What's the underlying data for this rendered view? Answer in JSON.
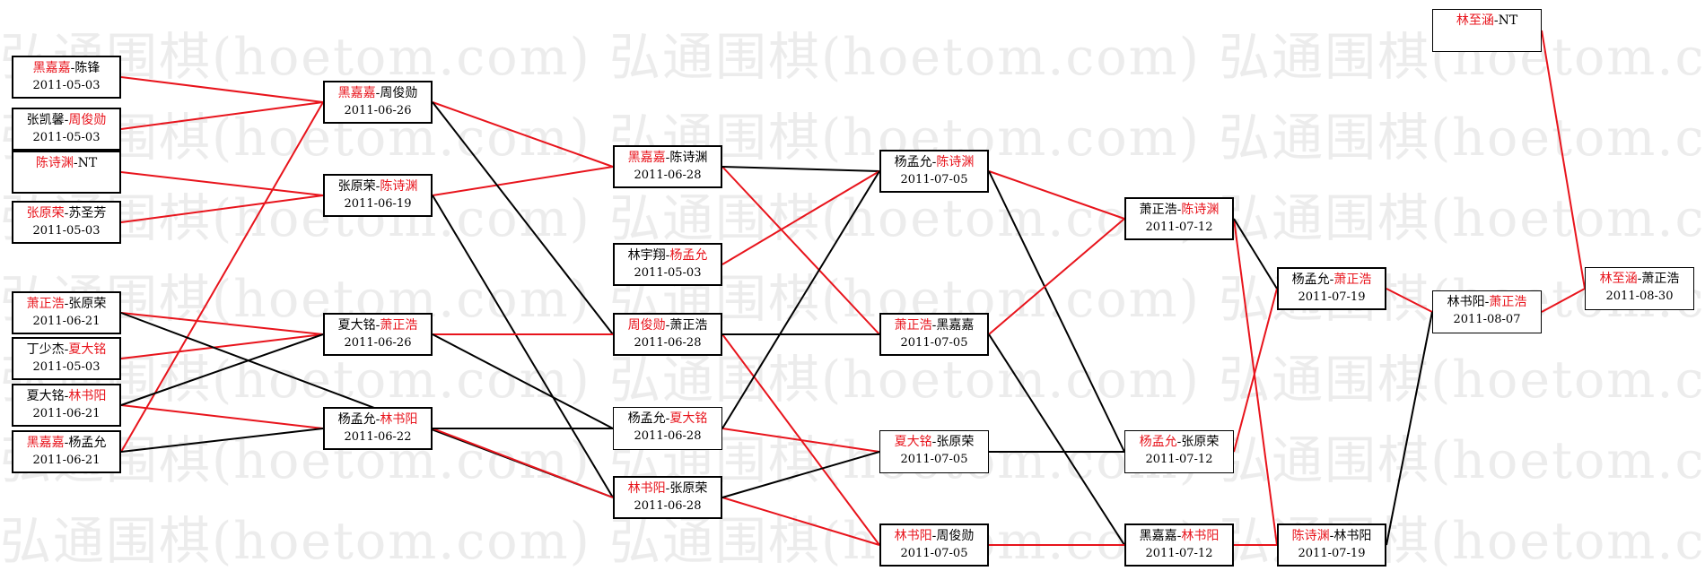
{
  "watermark": {
    "text": "弘通围棋(hoetom.com) 弘通围棋(hoetom.com) 弘通围棋(hoetom.com) 弘通围棋(hoetom.com)",
    "color": "#ececec"
  },
  "colors": {
    "winner": "#e8141c",
    "winner_link": "#e8141c",
    "loser_link": "#000000"
  },
  "games": [
    {
      "id": "g1",
      "p1": "黑嘉嘉",
      "p2": "陈锋",
      "winner": 1,
      "date": "2011-05-03"
    },
    {
      "id": "g2",
      "p1": "张凯馨",
      "p2": "周俊勋",
      "winner": 2,
      "date": "2011-05-03"
    },
    {
      "id": "g3",
      "p1": "陈诗渊",
      "p2": "NT",
      "winner": 1,
      "date": ""
    },
    {
      "id": "g4",
      "p1": "张原荣",
      "p2": "苏圣芳",
      "winner": 1,
      "date": "2011-05-03"
    },
    {
      "id": "g5",
      "p1": "萧正浩",
      "p2": "张原荣",
      "winner": 1,
      "date": "2011-06-21"
    },
    {
      "id": "g6",
      "p1": "丁少杰",
      "p2": "夏大铭",
      "winner": 2,
      "date": "2011-05-03"
    },
    {
      "id": "g7",
      "p1": "夏大铭",
      "p2": "林书阳",
      "winner": 2,
      "date": "2011-06-21"
    },
    {
      "id": "g8",
      "p1": "黑嘉嘉",
      "p2": "杨孟允",
      "winner": 1,
      "date": "2011-06-21"
    },
    {
      "id": "g9",
      "p1": "黑嘉嘉",
      "p2": "周俊勋",
      "winner": 1,
      "date": "2011-06-26"
    },
    {
      "id": "g10",
      "p1": "张原荣",
      "p2": "陈诗渊",
      "winner": 2,
      "date": "2011-06-19"
    },
    {
      "id": "g11",
      "p1": "夏大铭",
      "p2": "萧正浩",
      "winner": 2,
      "date": "2011-06-26"
    },
    {
      "id": "g12",
      "p1": "杨孟允",
      "p2": "林书阳",
      "winner": 2,
      "date": "2011-06-22"
    },
    {
      "id": "g13",
      "p1": "黑嘉嘉",
      "p2": "陈诗渊",
      "winner": 1,
      "date": "2011-06-28"
    },
    {
      "id": "g14",
      "p1": "林宇翔",
      "p2": "杨孟允",
      "winner": 2,
      "date": "2011-05-03"
    },
    {
      "id": "g15",
      "p1": "周俊勋",
      "p2": "萧正浩",
      "winner": 1,
      "date": "2011-06-28"
    },
    {
      "id": "g16",
      "p1": "杨孟允",
      "p2": "夏大铭",
      "winner": 2,
      "date": "2011-06-28"
    },
    {
      "id": "g17",
      "p1": "林书阳",
      "p2": "张原荣",
      "winner": 1,
      "date": "2011-06-28"
    },
    {
      "id": "g18",
      "p1": "杨孟允",
      "p2": "陈诗渊",
      "winner": 2,
      "date": "2011-07-05"
    },
    {
      "id": "g19",
      "p1": "萧正浩",
      "p2": "黑嘉嘉",
      "winner": 1,
      "date": "2011-07-05"
    },
    {
      "id": "g20",
      "p1": "夏大铭",
      "p2": "张原荣",
      "winner": 1,
      "date": "2011-07-05"
    },
    {
      "id": "g21",
      "p1": "林书阳",
      "p2": "周俊勋",
      "winner": 1,
      "date": "2011-07-05"
    },
    {
      "id": "g22",
      "p1": "萧正浩",
      "p2": "陈诗渊",
      "winner": 2,
      "date": "2011-07-12"
    },
    {
      "id": "g23",
      "p1": "杨孟允",
      "p2": "张原荣",
      "winner": 1,
      "date": "2011-07-12"
    },
    {
      "id": "g24",
      "p1": "黑嘉嘉",
      "p2": "林书阳",
      "winner": 2,
      "date": "2011-07-12"
    },
    {
      "id": "g25",
      "p1": "杨孟允",
      "p2": "萧正浩",
      "winner": 2,
      "date": "2011-07-19"
    },
    {
      "id": "g26",
      "p1": "陈诗渊",
      "p2": "林书阳",
      "winner": 1,
      "date": "2011-07-19"
    },
    {
      "id": "g27",
      "p1": "林书阳",
      "p2": "萧正浩",
      "winner": 2,
      "date": "2011-08-07"
    },
    {
      "id": "g28",
      "p1": "林至涵",
      "p2": "NT",
      "winner": 1,
      "date": ""
    },
    {
      "id": "g29",
      "p1": "林至涵",
      "p2": "萧正浩",
      "winner": 1,
      "date": "2011-08-30"
    }
  ],
  "links": [
    {
      "from": "g1",
      "to": "g9",
      "result": "win"
    },
    {
      "from": "g2",
      "to": "g9",
      "result": "win"
    },
    {
      "from": "g3",
      "to": "g10",
      "result": "win"
    },
    {
      "from": "g4",
      "to": "g10",
      "result": "win"
    },
    {
      "from": "g5",
      "to": "g11",
      "result": "win"
    },
    {
      "from": "g6",
      "to": "g11",
      "result": "win"
    },
    {
      "from": "g7",
      "to": "g12",
      "result": "win"
    },
    {
      "from": "g8",
      "to": "g9",
      "result": "win"
    },
    {
      "from": "g5",
      "to": "g17",
      "result": "loss"
    },
    {
      "from": "g7",
      "to": "g11",
      "result": "loss"
    },
    {
      "from": "g8",
      "to": "g12",
      "result": "loss"
    },
    {
      "from": "g9",
      "to": "g13",
      "result": "win"
    },
    {
      "from": "g10",
      "to": "g13",
      "result": "win"
    },
    {
      "from": "g9",
      "to": "g15",
      "result": "loss"
    },
    {
      "from": "g10",
      "to": "g17",
      "result": "loss"
    },
    {
      "from": "g11",
      "to": "g15",
      "result": "win"
    },
    {
      "from": "g11",
      "to": "g16",
      "result": "loss"
    },
    {
      "from": "g12",
      "to": "g17",
      "result": "win"
    },
    {
      "from": "g12",
      "to": "g16",
      "result": "loss"
    },
    {
      "from": "g13",
      "to": "g19",
      "result": "win"
    },
    {
      "from": "g13",
      "to": "g18",
      "result": "loss"
    },
    {
      "from": "g14",
      "to": "g18",
      "result": "win"
    },
    {
      "from": "g15",
      "to": "g21",
      "result": "win"
    },
    {
      "from": "g15",
      "to": "g19",
      "result": "loss"
    },
    {
      "from": "g16",
      "to": "g20",
      "result": "win"
    },
    {
      "from": "g16",
      "to": "g18",
      "result": "loss"
    },
    {
      "from": "g17",
      "to": "g21",
      "result": "win"
    },
    {
      "from": "g17",
      "to": "g20",
      "result": "loss"
    },
    {
      "from": "g18",
      "to": "g22",
      "result": "win"
    },
    {
      "from": "g18",
      "to": "g23",
      "result": "loss"
    },
    {
      "from": "g19",
      "to": "g22",
      "result": "win"
    },
    {
      "from": "g19",
      "to": "g24",
      "result": "loss"
    },
    {
      "from": "g20",
      "to": "g23",
      "result": "loss"
    },
    {
      "from": "g21",
      "to": "g24",
      "result": "win"
    },
    {
      "from": "g22",
      "to": "g26",
      "result": "win"
    },
    {
      "from": "g22",
      "to": "g25",
      "result": "loss"
    },
    {
      "from": "g23",
      "to": "g25",
      "result": "win"
    },
    {
      "from": "g24",
      "to": "g26",
      "result": "win"
    },
    {
      "from": "g25",
      "to": "g27",
      "result": "win"
    },
    {
      "from": "g26",
      "to": "g27",
      "result": "loss"
    },
    {
      "from": "g27",
      "to": "g29",
      "result": "win"
    },
    {
      "from": "g28",
      "to": "g29",
      "result": "win"
    }
  ]
}
